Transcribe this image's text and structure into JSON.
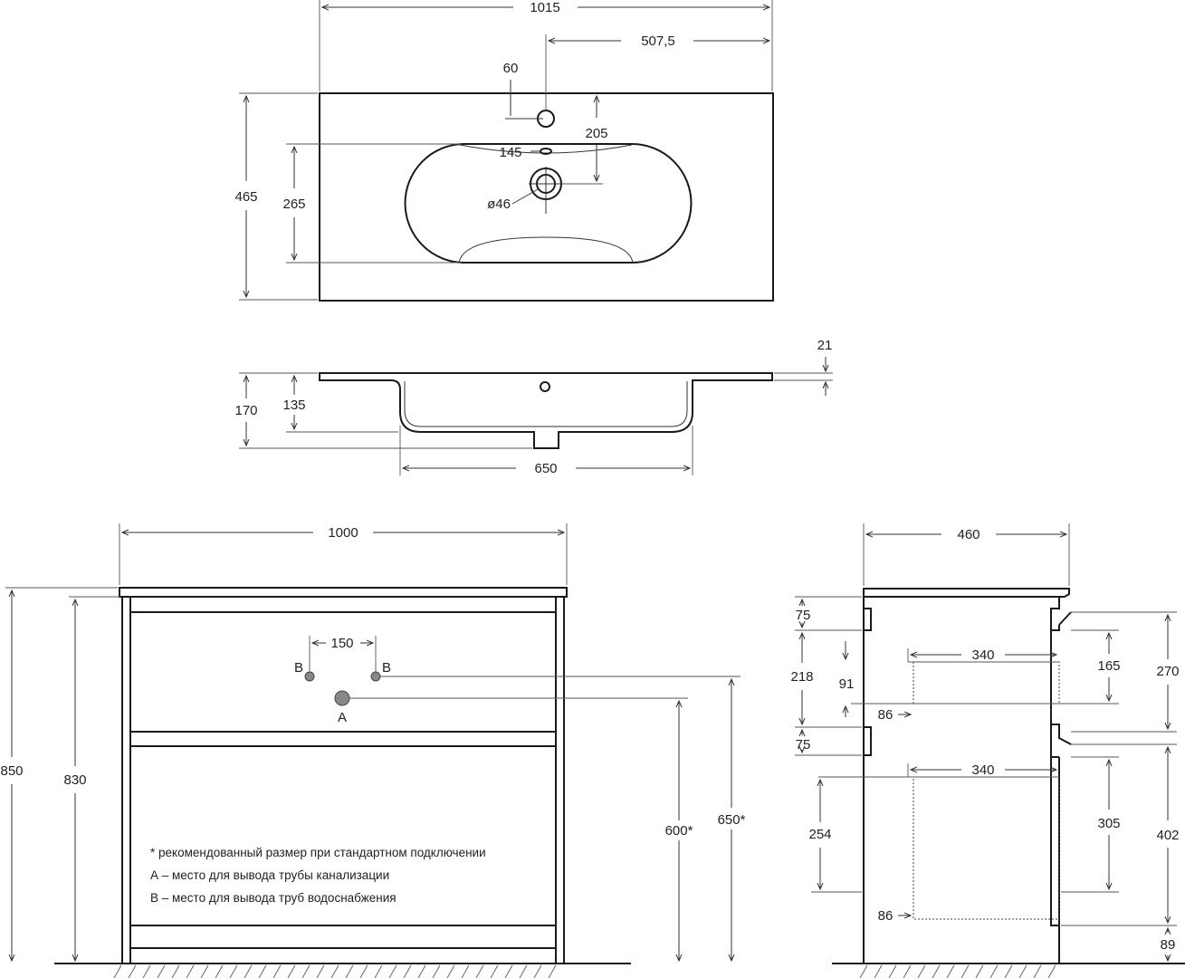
{
  "top_view": {
    "overall_width": "1015",
    "half_width": "507,5",
    "faucet_hole_dia": "60",
    "faucet_to_back": "205",
    "overflow": "145",
    "drain_dia": "ø46",
    "depth": "465",
    "bowl_depth": "265"
  },
  "side_section": {
    "rim": "21",
    "height": "170",
    "bowl_height": "135",
    "bowl_width": "650"
  },
  "front_view": {
    "width": "1000",
    "pipe_spacing": "150",
    "label_b_left": "B",
    "label_b_right": "B",
    "label_a": "A",
    "height_total": "850",
    "height_cabinet": "830",
    "drain_height": "600*",
    "supply_height": "650*",
    "notes": [
      "* рекомендованный размер при стандартном подключении",
      "А – место для вывода трубы канализации",
      "В – место для вывода труб водоснабжения"
    ]
  },
  "side_view": {
    "depth": "460",
    "top_rail": "75",
    "upper_block": "218",
    "gap_91": "91",
    "drawer_depth_upper": "340",
    "drawer_depth_lower": "340",
    "offset_upper": "86",
    "offset_lower": "86",
    "mid_rail": "75",
    "lower_box": "254",
    "upper_drawer_h": "165",
    "upper_section_h": "270",
    "lower_drawer_h": "305",
    "lower_section_h": "402",
    "plinth": "89"
  }
}
